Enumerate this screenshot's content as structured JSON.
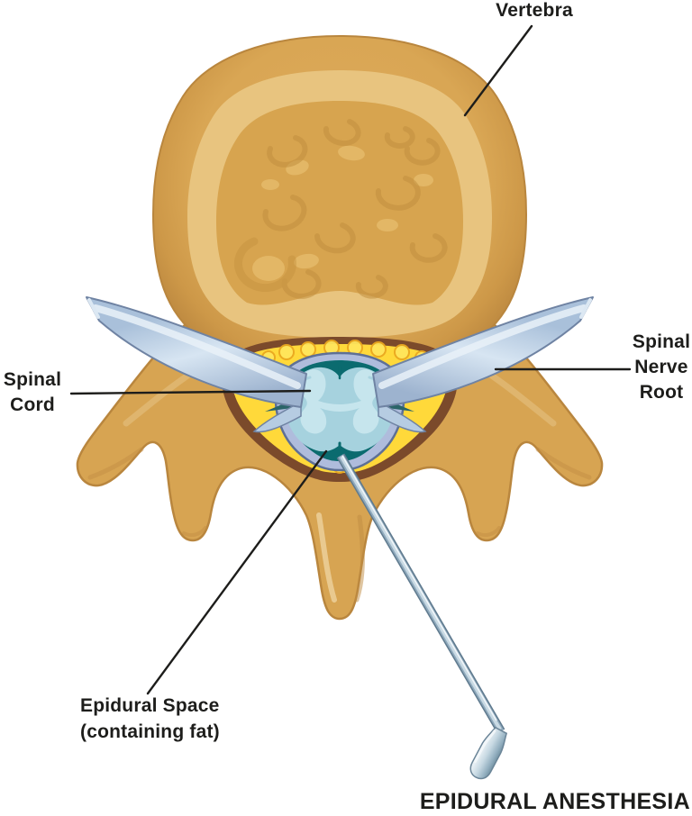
{
  "diagram": {
    "title": "EPIDURAL ANESTHESIA",
    "labels": {
      "vertebra": "Vertebra",
      "spinal_cord": "Spinal\nCord",
      "spinal_nerve_root": "Spinal\nNerve\nRoot",
      "epidural_space": "Epidural Space\n(containing fat)"
    },
    "colors": {
      "background": "#ffffff",
      "label_ink": "#1d1d1b",
      "bone": "#d7a452",
      "bone_dark": "#b9863e",
      "bone_light": "#e8c47f",
      "bone_inner": "#d7a44f",
      "trabecula_shadow": "#c2903f",
      "trabecula_light": "#e3b766",
      "periosteum_brown": "#7b4a2b",
      "fat_yellow": "#ffd93a",
      "fat_lump": "#ffe65c",
      "fat_outline": "#eaa81f",
      "dura_periwinkle": "#afbcdc",
      "dura_outline": "#5e7096",
      "csf_teal": "#0b6b6f",
      "cord_blue": "#a6d2de",
      "gray_matter_blue": "#c6e5ed",
      "nerve_root_blue": "#b9cfe6",
      "nerve_root_outline": "#6f83a3",
      "nerve_root_highlight": "#e9f1f8",
      "needle_steel": "#8fa9bc",
      "needle_outline": "#5f7a8e",
      "needle_highlight": "#eff5f9"
    }
  }
}
